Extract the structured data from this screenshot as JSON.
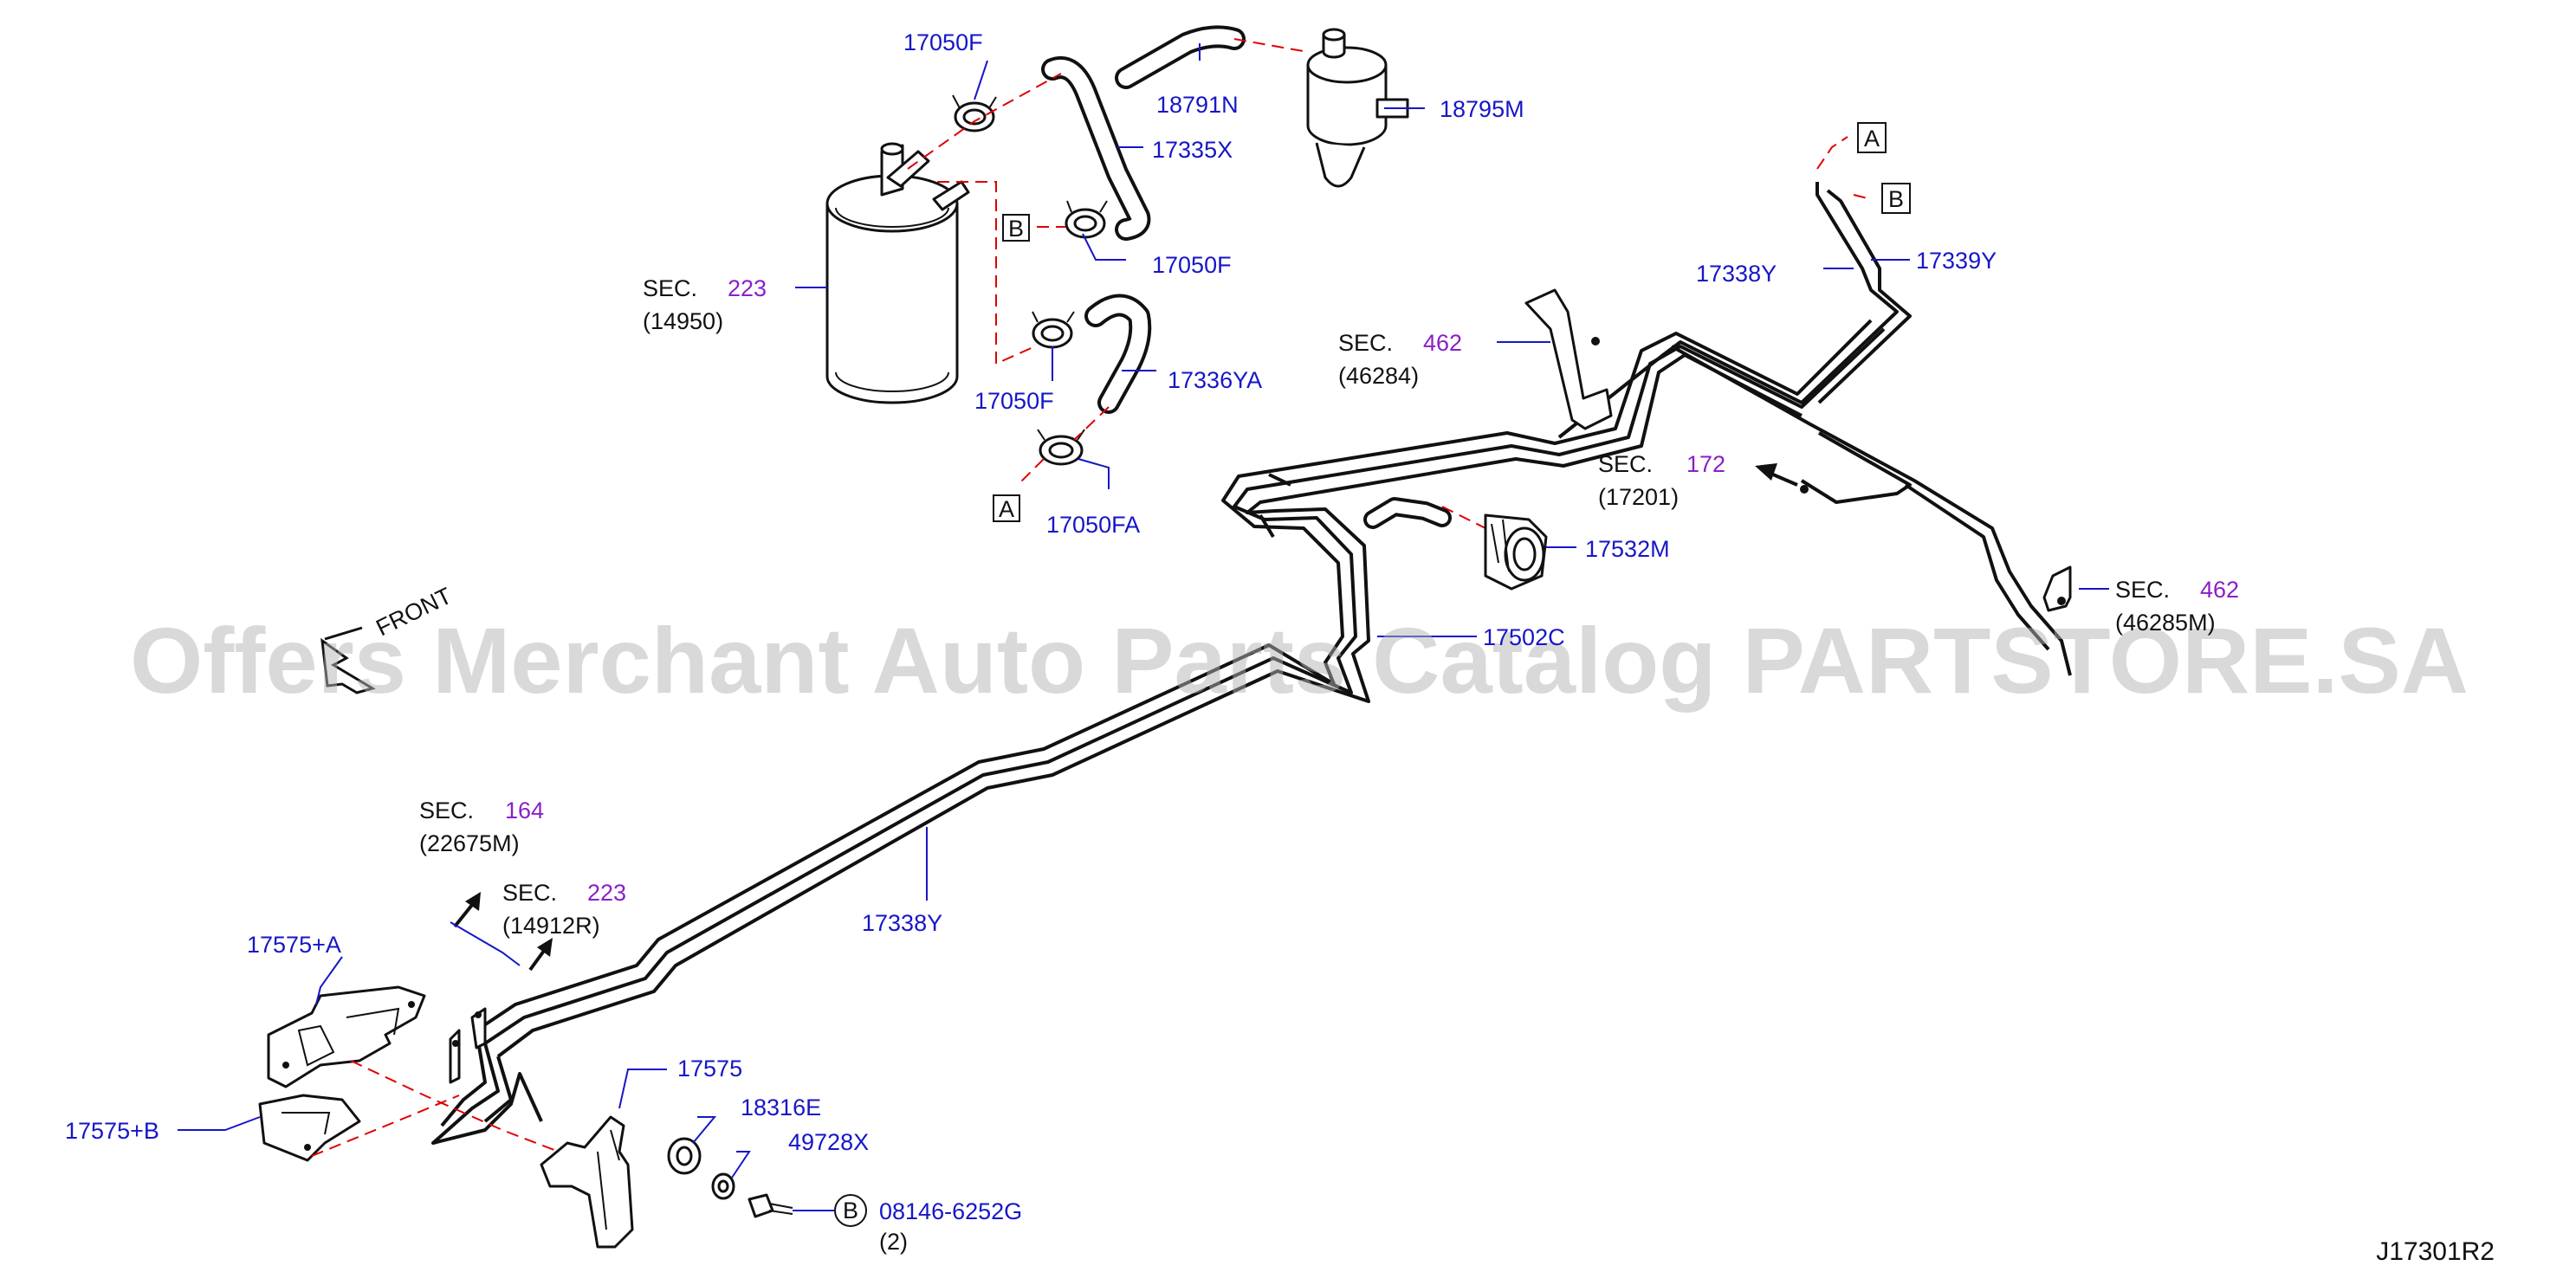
{
  "diagram": {
    "id": "J17301R2",
    "watermark": "Offers Merchant Auto Parts Catalog PARTSTORE.SA",
    "front_label": "FRONT",
    "colors": {
      "part_label": "#1616c8",
      "section_number": "#8a1fc8",
      "dashed_link": "#e00000",
      "line_art": "#111111"
    }
  },
  "part_labels": {
    "p17050F_top": "17050F",
    "p18791N": "18791N",
    "p18795M": "18795M",
    "p17335X": "17335X",
    "p17050F_mid": "17050F",
    "p17050F_low": "17050F",
    "p17336YA": "17336YA",
    "p17050FA": "17050FA",
    "p17339Y": "17339Y",
    "p17338Y_top": "17338Y",
    "p17532M": "17532M",
    "p17502C": "17502C",
    "p17338Y_bottom": "17338Y",
    "p17575A": "17575+A",
    "p17575B": "17575+B",
    "p17575": "17575",
    "p18316E": "18316E",
    "p49728X": "49728X",
    "p08146": "08146-6252G",
    "p08146_qty": "(2)"
  },
  "references": {
    "sec_word": "SEC.",
    "ref_A": "A",
    "ref_B": "B",
    "s223_top": {
      "num": "223",
      "code": "(14950)"
    },
    "s462_a": {
      "num": "462",
      "code": "(46284)"
    },
    "s172": {
      "num": "172",
      "code": "(17201)"
    },
    "s462_b": {
      "num": "462",
      "code": "(46285M)"
    },
    "s164": {
      "num": "164",
      "code": "(22675M)"
    },
    "s223_bottom": {
      "num": "223",
      "code": "(14912R)"
    }
  }
}
